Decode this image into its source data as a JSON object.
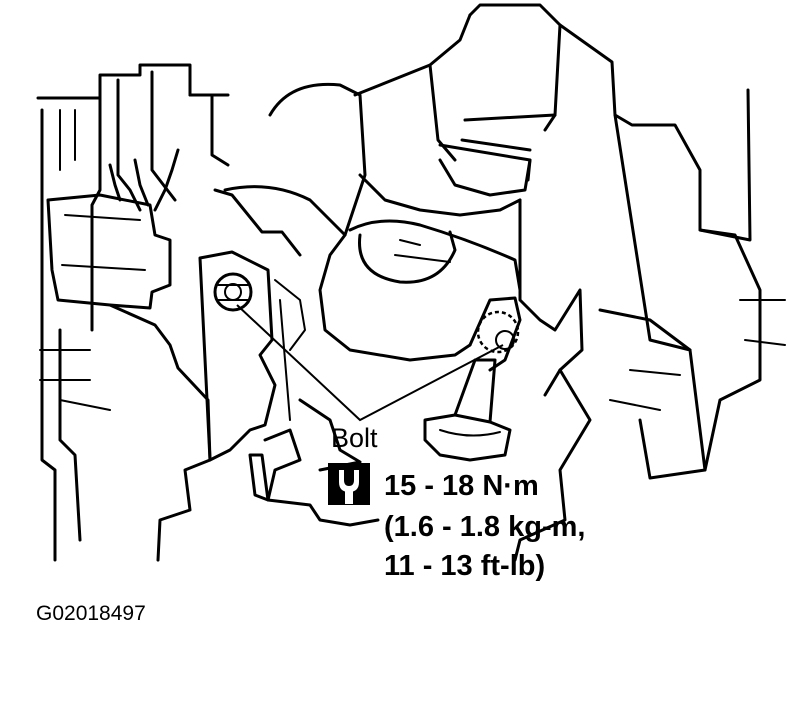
{
  "callout": {
    "label": "Bolt",
    "torque_nm": "15 - 18 N·m",
    "torque_kgm": "(1.6 - 1.8 kg-m,",
    "torque_ftlb": "11 - 13 ft-lb)"
  },
  "figure_id": "G02018497",
  "icons": {
    "torque": "torque-wrench-icon"
  },
  "colors": {
    "line": "#000000",
    "background": "#ffffff"
  }
}
